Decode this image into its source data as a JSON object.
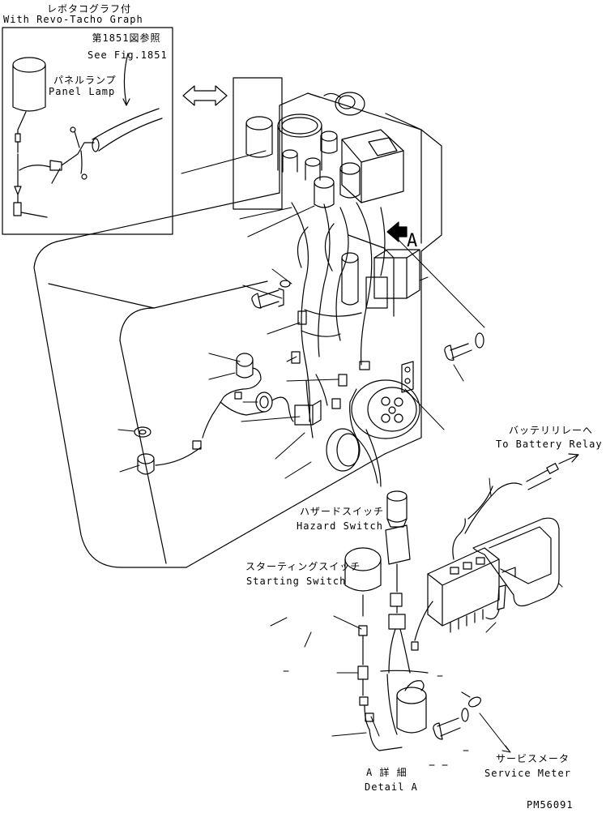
{
  "labels": {
    "revo_jp": "レボタコグラフ付",
    "revo_en": "With Revo-Tacho Graph",
    "seefig_jp": "第1851図参照",
    "seefig_en": "See Fig.1851",
    "lamp_jp": "パネルランプ",
    "lamp_en": "Panel Lamp",
    "view_a": "A",
    "battery_jp": "バッテリリレーへ",
    "battery_en": "To Battery Relay",
    "hazard_jp": "ハザードスイッチ",
    "hazard_en": "Hazard Switch",
    "start_jp": "スターティングスイッチ",
    "start_en": "Starting Switch",
    "detail_jp": "A 詳 細",
    "detail_en": "Detail A",
    "meter_jp": "サービスメータ",
    "meter_en": "Service Meter",
    "code": "PM56091"
  }
}
